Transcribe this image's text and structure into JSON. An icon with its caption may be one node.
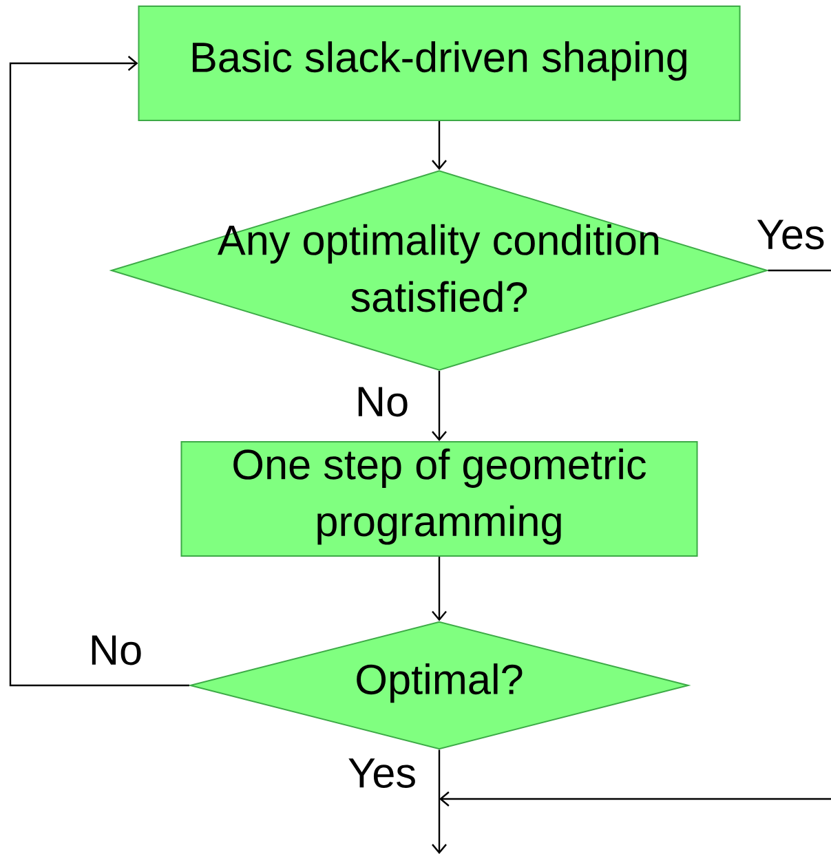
{
  "diagram": {
    "nodes": [
      {
        "text": [
          "Basic slack-driven shaping"
        ]
      },
      {
        "text": [
          "Any optimality condition satisfied?"
        ]
      },
      {
        "text": [
          "One step of geometric programming"
        ]
      },
      {
        "text": [
          "Optimal?"
        ]
      }
    ],
    "edges": [
      {
        "from": 0,
        "to": 1,
        "arrow": "to"
      },
      {
        "from": 1,
        "to": 2,
        "arrow": "to",
        "label": "No"
      },
      {
        "from": 2,
        "to": 3,
        "arrow": "to"
      },
      {
        "from": 3,
        "to": 0,
        "arrow": "to",
        "label": "No"
      },
      {
        "from": 3,
        "to": null,
        "arrow": "to",
        "label": "Yes"
      },
      {
        "from": 1,
        "to": null,
        "arrow": "to",
        "label": "Yes"
      }
    ]
  }
}
